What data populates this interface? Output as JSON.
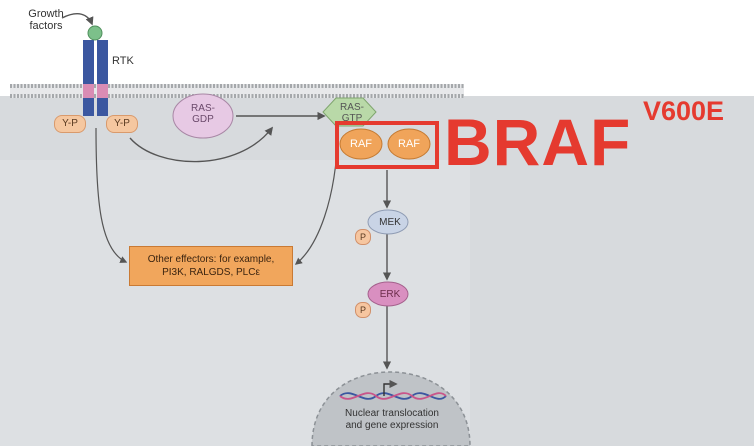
{
  "labels": {
    "growth_factors": "Growth\nfactors",
    "rtk": "RTK",
    "yp": "Y-P",
    "ras_gdp": "RAS-\nGDP",
    "ras_gtp": "RAS-\nGTP",
    "raf": "RAF",
    "mek": "MEK",
    "erk": "ERK",
    "phospho": "P",
    "other_effectors": "Other effectors: for example,\nPI3K, RALGDS, PLCε",
    "nuclear": "Nuclear translocation\nand gene expression"
  },
  "highlight": {
    "text": "BRAF",
    "superscript": "V600E"
  },
  "colors": {
    "cell_background": "#d7dadd",
    "membrane": "#b9bcbf",
    "receptor": "#3b57a0",
    "receptor_band": "#d98cb4",
    "ligand": "#7cc08a",
    "ras_gdp": "#e7c9e4",
    "ras_gtp": "#b9d9a8",
    "raf": "#f0a45a",
    "mek": "#c9d4e6",
    "erk": "#d98fc0",
    "effectors_box": "#f1a65c",
    "highlight": "#e53a2f",
    "arrow": "#555555"
  }
}
